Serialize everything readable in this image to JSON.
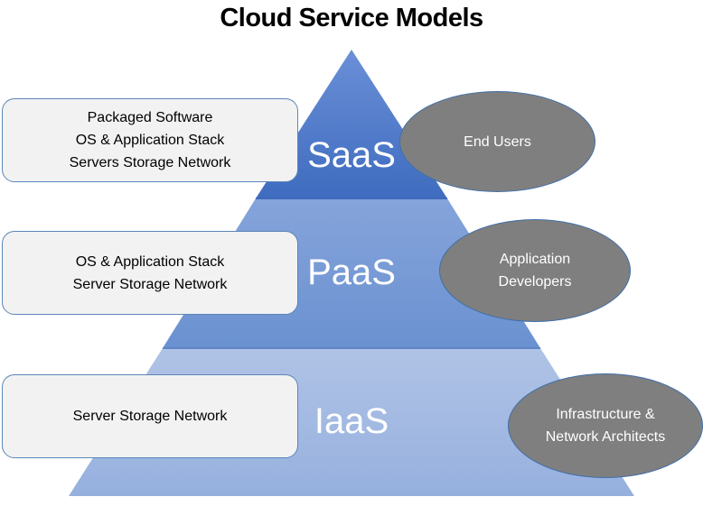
{
  "title": "Cloud Service Models",
  "colors": {
    "saas_fill": "#4472c4",
    "paas_fill": "#6f95d2",
    "iaas_fill": "#a6bce3",
    "box_fill": "#f2f2f2",
    "box_border": "#5b86b8",
    "ellipse_fill": "#7f7f7f",
    "ellipse_border": "#3f6fa8"
  },
  "layers": [
    {
      "id": "saas",
      "label": "SaaS",
      "box_lines": [
        "Packaged Software",
        "OS & Application Stack",
        "Servers Storage Network"
      ],
      "audience_lines": [
        "End Users"
      ]
    },
    {
      "id": "paas",
      "label": "PaaS",
      "box_lines": [
        "OS & Application Stack",
        "Server Storage Network"
      ],
      "audience_lines": [
        "Application",
        "Developers"
      ]
    },
    {
      "id": "iaas",
      "label": "IaaS",
      "box_lines": [
        "Server Storage Network"
      ],
      "audience_lines": [
        "Infrastructure &",
        "Network Architects"
      ]
    }
  ]
}
